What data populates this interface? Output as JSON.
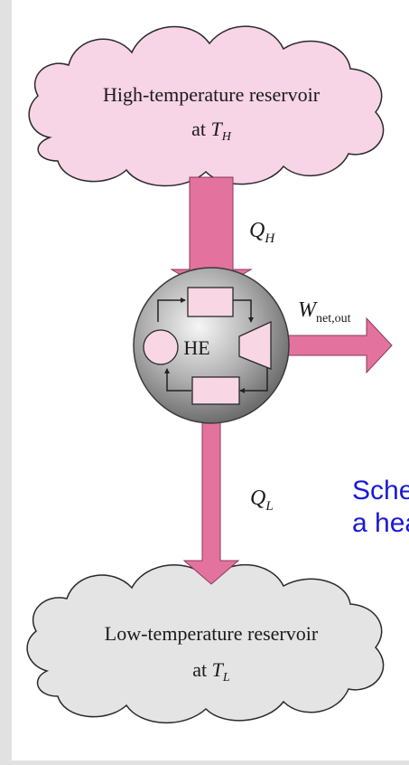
{
  "diagram": {
    "high_reservoir": {
      "line1": "High-temperature reservoir",
      "line2_prefix": "at ",
      "line2_symbol": "T",
      "line2_sub": "H"
    },
    "low_reservoir": {
      "line1": "Low-temperature reservoir",
      "line2_prefix": "at ",
      "line2_symbol": "T",
      "line2_sub": "L"
    },
    "engine_label": "HE",
    "q_high": {
      "symbol": "Q",
      "sub": "H"
    },
    "q_low": {
      "symbol": "Q",
      "sub": "L"
    },
    "work": {
      "symbol": "W",
      "sub": "net,out"
    },
    "caption": {
      "line1": "Schematic of",
      "line2": "a heat engine"
    }
  },
  "colors": {
    "background": "#e1e1e1",
    "panel": "#ffffff",
    "hot_cloud": "#f7d4e6",
    "cold_cloud": "#e4e4e4",
    "arrow": "#e3739e",
    "box": "#f8d6e4",
    "caption": "#1a1ad8"
  }
}
